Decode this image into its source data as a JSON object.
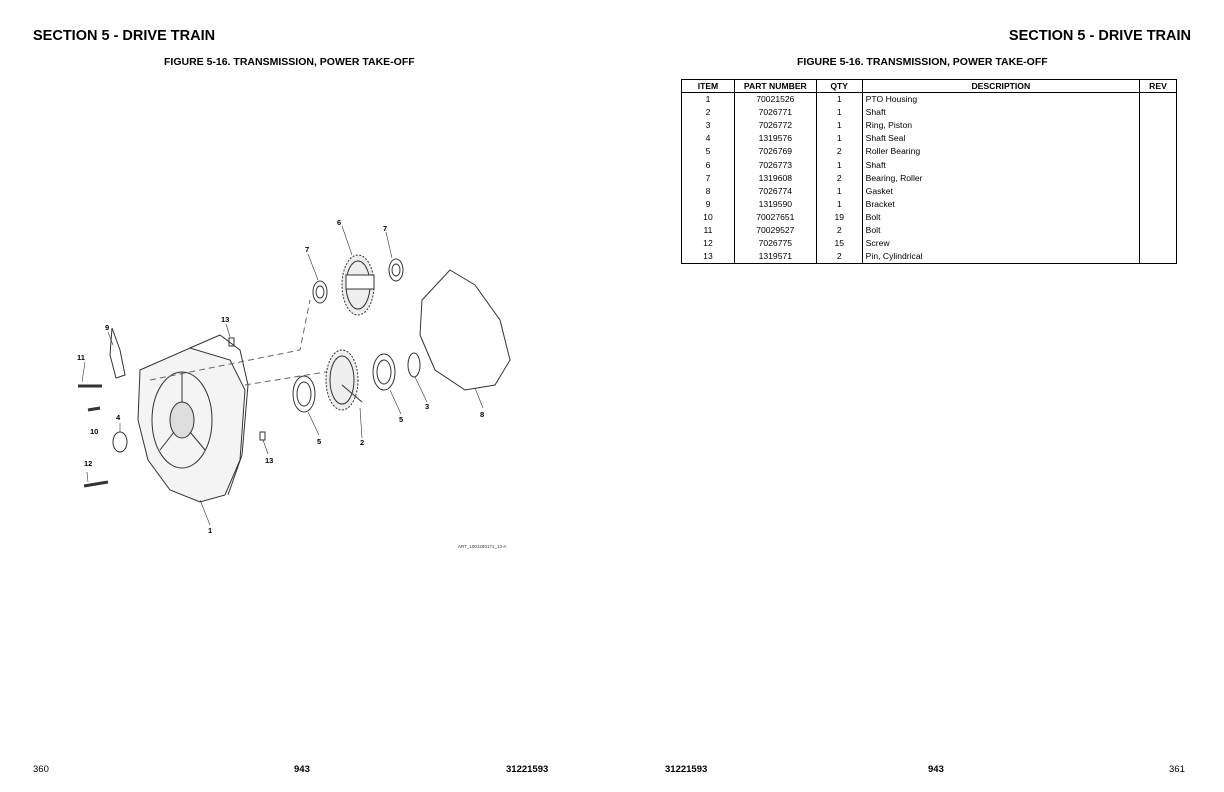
{
  "left_page": {
    "section_title": "SECTION 5 - DRIVE TRAIN",
    "figure_title": "FIGURE 5-16. TRANSMISSION, POWER TAKE-OFF",
    "art_id": "ART_1001260171_13-A",
    "callouts": {
      "c1": "1",
      "c2": "2",
      "c3": "3",
      "c4": "4",
      "c5a": "5",
      "c5b": "5",
      "c6": "6",
      "c7a": "7",
      "c7b": "7",
      "c8": "8",
      "c9": "9",
      "c10": "10",
      "c11": "11",
      "c12": "12",
      "c13a": "13",
      "c13b": "13"
    },
    "footer": {
      "page_number": "360",
      "center": "943",
      "doc_number": "31221593"
    }
  },
  "right_page": {
    "section_title": "SECTION 5 - DRIVE TRAIN",
    "figure_title": "FIGURE 5-16. TRANSMISSION, POWER TAKE-OFF",
    "table": {
      "headers": {
        "item": "ITEM",
        "part_number": "PART NUMBER",
        "qty": "QTY",
        "description": "DESCRIPTION",
        "rev": "REV"
      },
      "rows": [
        {
          "item": "1",
          "part_number": "70021526",
          "qty": "1",
          "description": "PTO Housing",
          "rev": ""
        },
        {
          "item": "2",
          "part_number": "7026771",
          "qty": "1",
          "description": "Shaft",
          "rev": ""
        },
        {
          "item": "3",
          "part_number": "7026772",
          "qty": "1",
          "description": "Ring, Piston",
          "rev": ""
        },
        {
          "item": "4",
          "part_number": "1319576",
          "qty": "1",
          "description": "Shaft Seal",
          "rev": ""
        },
        {
          "item": "5",
          "part_number": "7026769",
          "qty": "2",
          "description": "Roller Bearing",
          "rev": ""
        },
        {
          "item": "6",
          "part_number": "7026773",
          "qty": "1",
          "description": "Shaft",
          "rev": ""
        },
        {
          "item": "7",
          "part_number": "1319608",
          "qty": "2",
          "description": "Bearing, Roller",
          "rev": ""
        },
        {
          "item": "8",
          "part_number": "7026774",
          "qty": "1",
          "description": "Gasket",
          "rev": ""
        },
        {
          "item": "9",
          "part_number": "1319590",
          "qty": "1",
          "description": "Bracket",
          "rev": ""
        },
        {
          "item": "10",
          "part_number": "70027651",
          "qty": "19",
          "description": "Bolt",
          "rev": ""
        },
        {
          "item": "11",
          "part_number": "70029527",
          "qty": "2",
          "description": "Bolt",
          "rev": ""
        },
        {
          "item": "12",
          "part_number": "7026775",
          "qty": "15",
          "description": "Screw",
          "rev": ""
        },
        {
          "item": "13",
          "part_number": "1319571",
          "qty": "2",
          "description": "Pin, Cylindrical",
          "rev": ""
        }
      ]
    },
    "footer": {
      "doc_number": "31221593",
      "center": "943",
      "page_number": "361"
    }
  }
}
